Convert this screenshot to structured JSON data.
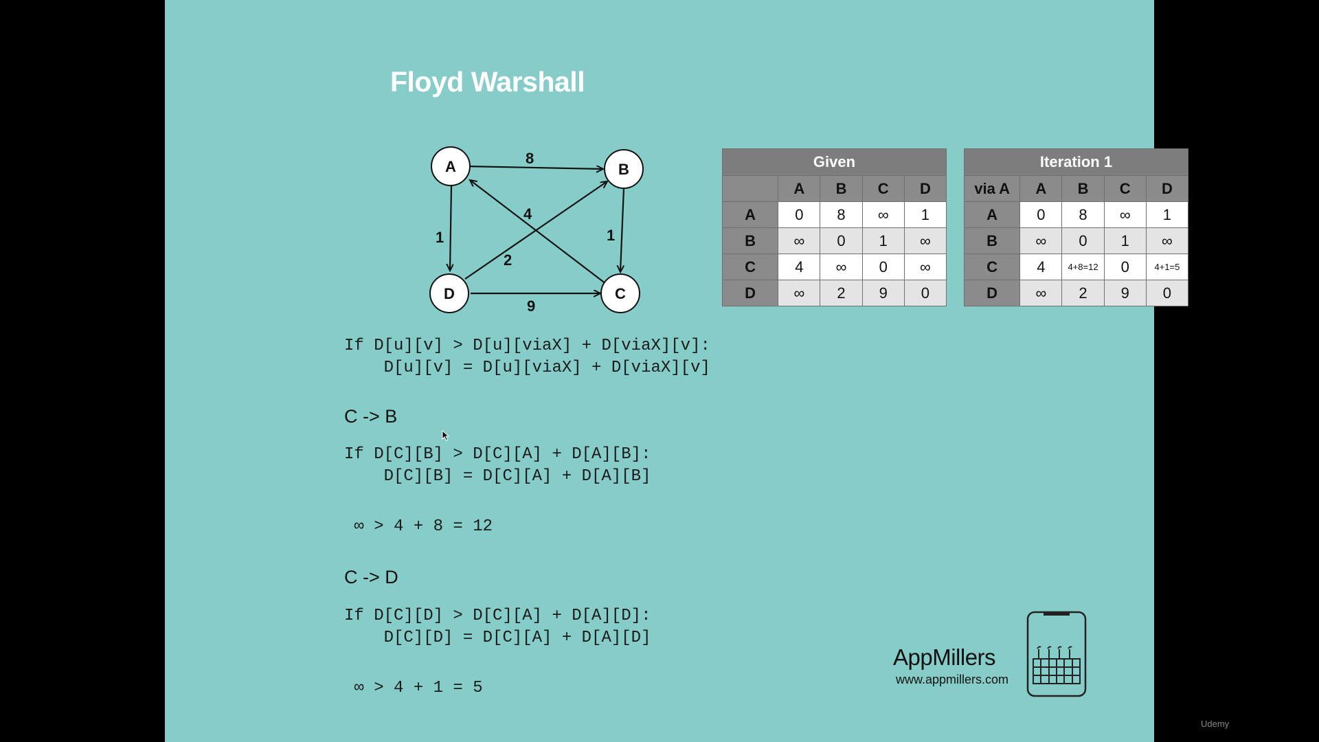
{
  "slide": {
    "title": "Floyd Warshall",
    "graph": {
      "nodes": [
        "A",
        "B",
        "C",
        "D"
      ],
      "edges": [
        {
          "from": "A",
          "to": "B",
          "weight": "8"
        },
        {
          "from": "A",
          "to": "D",
          "weight": "1"
        },
        {
          "from": "B",
          "to": "C",
          "weight": "1"
        },
        {
          "from": "C",
          "to": "A",
          "weight": "4"
        },
        {
          "from": "D",
          "to": "B",
          "weight": "2"
        },
        {
          "from": "D",
          "to": "C",
          "weight": "9"
        }
      ]
    },
    "given_table": {
      "caption": "Given",
      "corner": "",
      "columns": [
        "A",
        "B",
        "C",
        "D"
      ],
      "rows": [
        {
          "label": "A",
          "cells": [
            "0",
            "8",
            "∞",
            "1"
          ]
        },
        {
          "label": "B",
          "cells": [
            "∞",
            "0",
            "1",
            "∞"
          ]
        },
        {
          "label": "C",
          "cells": [
            "4",
            "∞",
            "0",
            "∞"
          ]
        },
        {
          "label": "D",
          "cells": [
            "∞",
            "2",
            "9",
            "0"
          ]
        }
      ]
    },
    "iteration_table": {
      "caption": "Iteration 1",
      "corner": "via A",
      "columns": [
        "A",
        "B",
        "C",
        "D"
      ],
      "rows": [
        {
          "label": "A",
          "cells": [
            "0",
            "8",
            "∞",
            "1"
          ]
        },
        {
          "label": "B",
          "cells": [
            "∞",
            "0",
            "1",
            "∞"
          ]
        },
        {
          "label": "C",
          "cells": [
            "4",
            "4+8=12",
            "0",
            "4+1=5"
          ]
        },
        {
          "label": "D",
          "cells": [
            "∞",
            "2",
            "9",
            "0"
          ]
        }
      ]
    },
    "rule": {
      "line1": "If D[u][v] > D[u][viaX] + D[viaX][v]:",
      "line2": "    D[u][v] = D[u][viaX] + D[viaX][v]"
    },
    "case1": {
      "heading": "C -> B",
      "line1": "If D[C][B] > D[C][A] + D[A][B]:",
      "line2": "    D[C][B] = D[C][A] + D[A][B]",
      "calc": " ∞ > 4 + 8 = 12"
    },
    "case2": {
      "heading": "C -> D",
      "line1": "If D[C][D] > D[C][A] + D[A][D]:",
      "line2": "    D[C][D] = D[C][A] + D[A][D]",
      "calc": " ∞ > 4 + 1 = 5"
    },
    "brand": {
      "name": "AppMillers",
      "url": "www.appmillers.com"
    }
  },
  "watermark": "Udemy",
  "colors": {
    "slide_bg": "#86cdca",
    "table_header": "#7d7d7d",
    "row_header": "#8b8b8b"
  }
}
